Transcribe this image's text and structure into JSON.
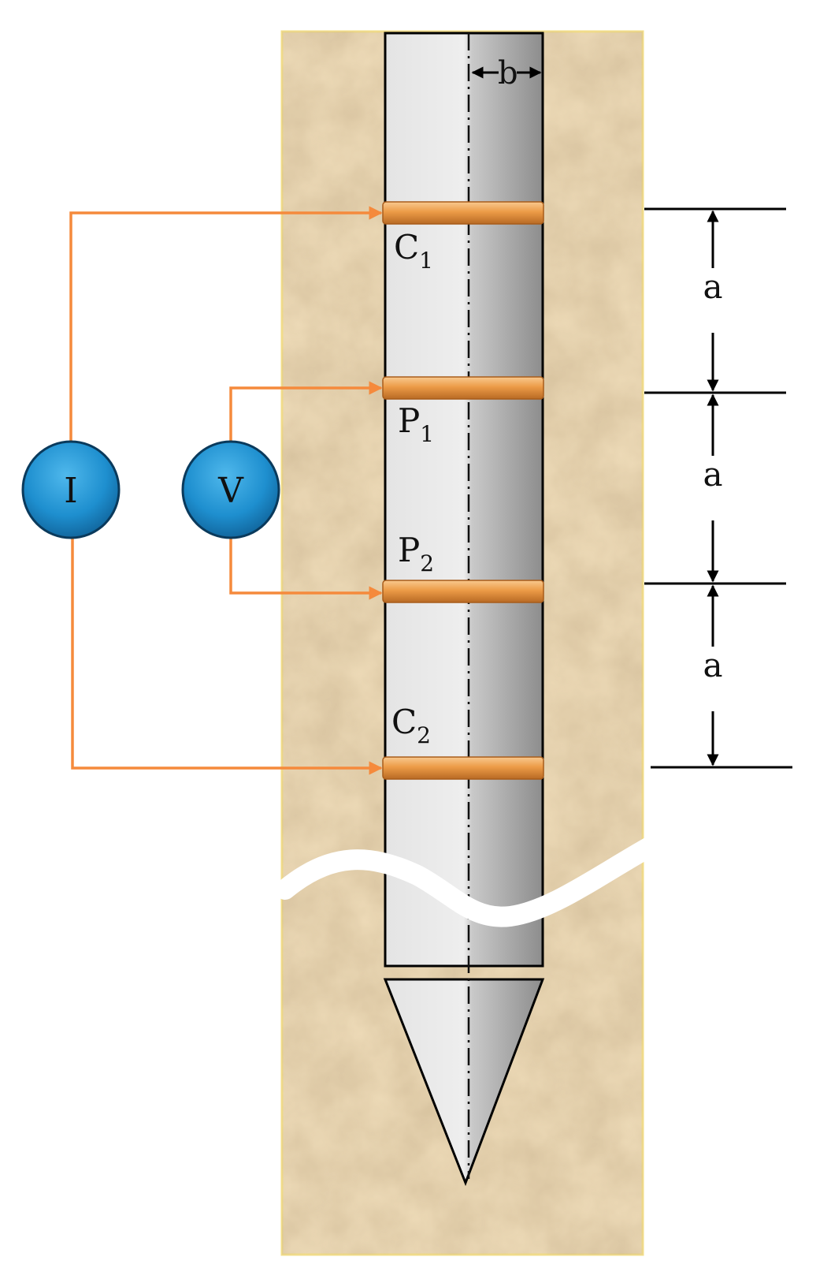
{
  "diagram": {
    "meters": [
      {
        "id": "current-meter",
        "label": "I"
      },
      {
        "id": "voltage-meter",
        "label": "V"
      }
    ],
    "electrodes": [
      {
        "id": "c1",
        "letter": "C",
        "sub": "1"
      },
      {
        "id": "p1",
        "letter": "P",
        "sub": "1"
      },
      {
        "id": "p2",
        "letter": "P",
        "sub": "2"
      },
      {
        "id": "c2",
        "letter": "C",
        "sub": "2"
      }
    ],
    "spacing_label": "a",
    "radius_label": "b",
    "colors": {
      "soil": "#ecd9b6",
      "soil_border": "#f2dd8a",
      "rod": "#d4d4d4",
      "ring": "#ec9b47",
      "wire": "#f58a3c",
      "meter": "#1e8fcf",
      "dim": "#000000"
    }
  }
}
